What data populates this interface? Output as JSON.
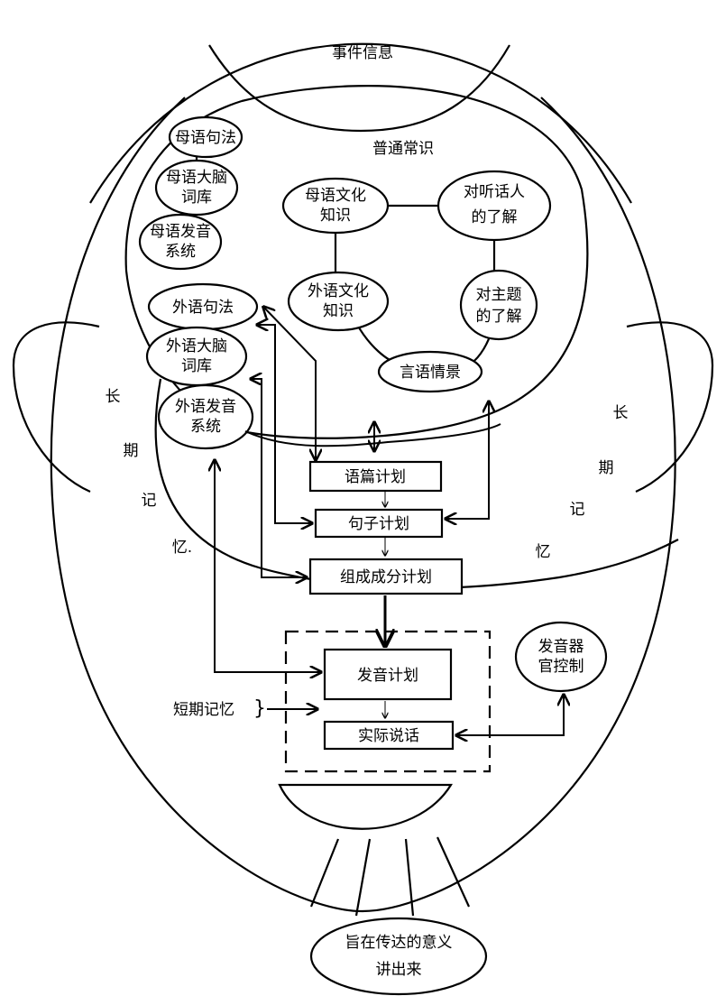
{
  "top": {
    "event_info": "事件信息"
  },
  "general_knowledge": "普通常识",
  "nodes": {
    "native_syntax": "母语句法",
    "native_lexicon": [
      "母语大脑",
      "词库"
    ],
    "native_phonology": [
      "母语发音",
      "系统"
    ],
    "foreign_syntax": "外语句法",
    "foreign_lexicon": [
      "外语大脑",
      "词库"
    ],
    "foreign_phonology": [
      "外语发音",
      "系统"
    ],
    "native_culture": [
      "母语文化",
      "知识"
    ],
    "listener_knowledge": [
      "对听话人",
      "的了解"
    ],
    "foreign_culture": [
      "外语文化",
      "知识"
    ],
    "topic_knowledge": [
      "对主题",
      "的了解"
    ],
    "speech_situation": "言语情景",
    "articulator_control": [
      "发音器",
      "官控制"
    ]
  },
  "plans": {
    "discourse_plan": "语篇计划",
    "sentence_plan": "句子计划",
    "constituent_plan": "组成成分计划",
    "phonetic_plan": "发音计划",
    "actual_speech": "实际说话"
  },
  "long_term_memory_left": [
    "长",
    "期",
    "记",
    "忆."
  ],
  "long_term_memory_right": [
    "长",
    "期",
    "记",
    "忆"
  ],
  "short_term_memory": "短期记忆",
  "output": [
    "旨在传达的意义",
    "讲出来"
  ]
}
